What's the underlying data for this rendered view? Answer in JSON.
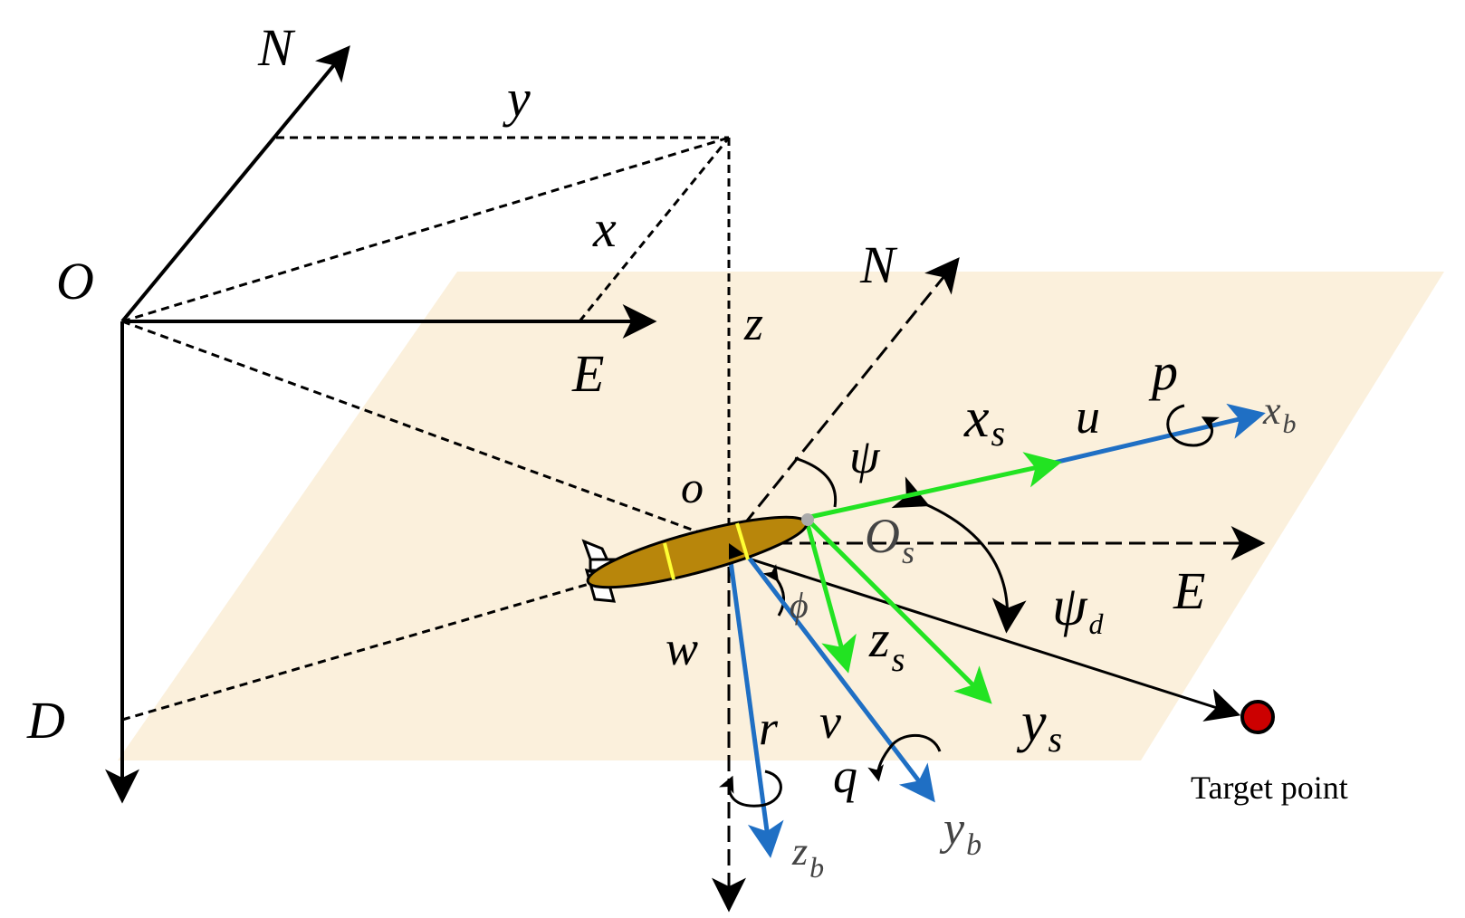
{
  "labels": {
    "O": "O",
    "N_global": "N",
    "E_global": "E",
    "D": "D",
    "x": "x",
    "y": "y",
    "z": "z",
    "o": "o",
    "N_local": "N",
    "E_local": "E",
    "psi": "ψ",
    "psi_d_base": "ψ",
    "psi_d_sub": "d",
    "x_s_base": "x",
    "x_s_sub": "s",
    "y_s_base": "y",
    "y_s_sub": "s",
    "z_s_base": "z",
    "z_s_sub": "s",
    "O_s_base": "O",
    "O_s_sub": "s",
    "u": "u",
    "v": "v",
    "w": "w",
    "p": "p",
    "q": "q",
    "r": "r",
    "phi": "ϕ",
    "x_b_base": "x",
    "x_b_sub": "b",
    "y_b_base": "y",
    "y_b_sub": "b",
    "z_b_base": "z",
    "z_b_sub": "b",
    "target": "Target point"
  },
  "colors": {
    "plane": "#fbf0dc",
    "body_axes": "#1f6fc4",
    "serret_axes": "#22e322",
    "vehicle_hull": "#b8860b",
    "vehicle_band": "#ffff33",
    "target_fill": "#cc0000",
    "ink": "#000000"
  }
}
